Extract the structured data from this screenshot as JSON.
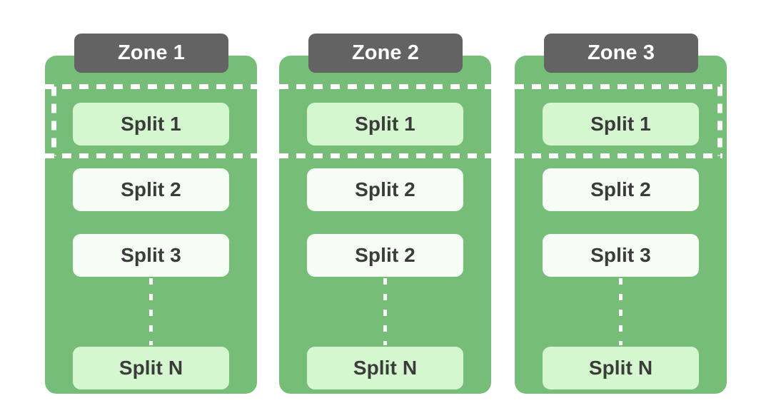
{
  "diagram": {
    "title": "Zone and Split partition diagram",
    "colors": {
      "zone_panel": "#76bd78",
      "zone_tab": "#636363",
      "chip_highlight": "#d5f7d0",
      "chip_default": "#f6fdf5",
      "chip_text": "#3b3b3b",
      "tab_text": "#ffffff",
      "dashed_outline": "#ffffff",
      "connector": "#ffffff",
      "background": "#ffffff"
    },
    "selection": {
      "name": "split-1-row-selection",
      "style": "dashed",
      "color": "#ffffff",
      "spans_zones": [
        "Zone 1",
        "Zone 2",
        "Zone 3"
      ],
      "row_index": 0
    },
    "zones": [
      {
        "label": "Zone 1",
        "splits": [
          {
            "label": "Split 1",
            "highlight": true
          },
          {
            "label": "Split 2",
            "highlight": false
          },
          {
            "label": "Split 3",
            "highlight": false
          },
          {
            "label": "Split N",
            "highlight": true
          }
        ],
        "ellipsis_connector": true
      },
      {
        "label": "Zone 2",
        "splits": [
          {
            "label": "Split 1",
            "highlight": true
          },
          {
            "label": "Split 2",
            "highlight": false
          },
          {
            "label": "Split 2",
            "highlight": false
          },
          {
            "label": "Split N",
            "highlight": true
          }
        ],
        "ellipsis_connector": true
      },
      {
        "label": "Zone 3",
        "splits": [
          {
            "label": "Split 1",
            "highlight": true
          },
          {
            "label": "Split 2",
            "highlight": false
          },
          {
            "label": "Split 3",
            "highlight": false
          },
          {
            "label": "Split N",
            "highlight": true
          }
        ],
        "ellipsis_connector": true
      }
    ]
  }
}
